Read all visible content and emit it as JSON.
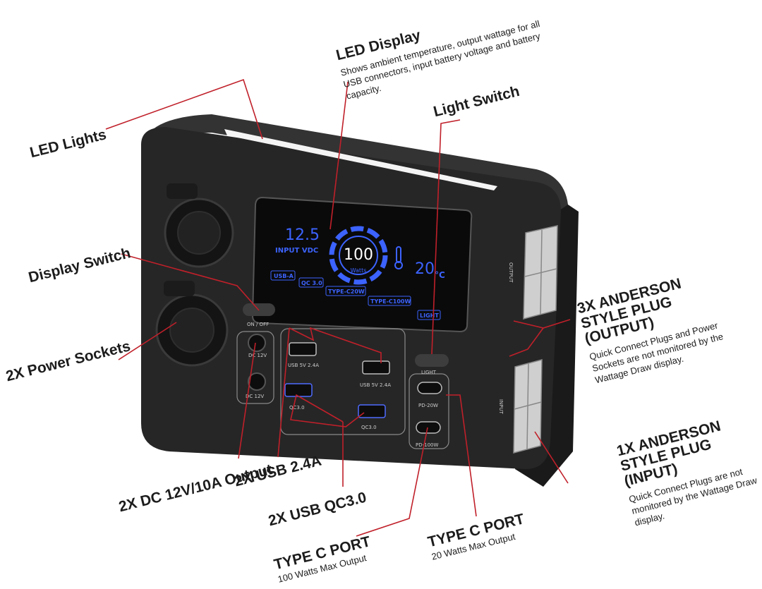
{
  "callouts": {
    "led_display": {
      "title": "LED Display",
      "desc": "Shows ambient temperature, output wattage for all USB connectors, input battery voltage and battery capacity."
    },
    "light_switch": {
      "title": "Light Switch"
    },
    "led_lights": {
      "title": "LED Lights"
    },
    "display_switch": {
      "title": "Display Switch"
    },
    "power_sockets": {
      "title": "2X Power Sockets"
    },
    "anderson_output": {
      "title": "3X ANDERSON STYLE PLUG (OUTPUT)",
      "desc": "Quick Connect Plugs and Power Sockets are not monitored by the Wattage Draw display."
    },
    "anderson_input": {
      "title": "1X ANDERSON STYLE PLUG (INPUT)",
      "desc": "Quick Connect Plugs are not monitored by the Wattage Draw display."
    },
    "dc_output": {
      "title": "2X DC 12V/10A Output"
    },
    "usb_24": {
      "title": "2X USB 2.4A"
    },
    "usb_qc": {
      "title": "2X USB QC3.0"
    },
    "typec_100": {
      "title": "TYPE C PORT",
      "desc": "100 Watts Max Output"
    },
    "typec_20": {
      "title": "TYPE C PORT",
      "desc": "20 Watts Max Output"
    }
  },
  "display": {
    "input_voltage": "12.5",
    "input_label": "INPUT VDC",
    "watts": "100",
    "watts_unit": "Watts",
    "temperature": "20",
    "temp_unit": "°C",
    "indicators": [
      "USB-A",
      "QC 3.0",
      "TYPE-C20W",
      "TYPE-C100W",
      "LIGHT"
    ]
  },
  "panel_labels": {
    "on_off": "ON / OFF",
    "dc1": "DC 12V",
    "dc2": "DC 12V",
    "usb_left": "USB 5V 2.4A",
    "usb_right": "USB 5V 2.4A",
    "qc_left": "QC3.0",
    "qc_right": "QC3.0",
    "light": "LIGHT",
    "pd20": "PD-20W",
    "pd100": "PD-100W",
    "side_out": "OUTPUT",
    "side_in": "INPUT"
  },
  "colors": {
    "device": "#262626",
    "display_blue": "#3c63ff",
    "callout_line": "#c0202a"
  }
}
